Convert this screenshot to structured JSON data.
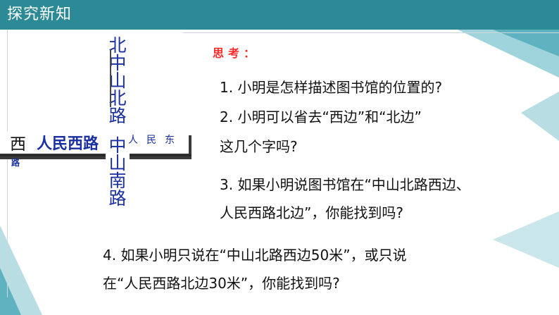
{
  "header": {
    "title": "探究新知",
    "bar_color": "#2b8a96"
  },
  "map": {
    "vertical_road_chars": [
      "北",
      "中",
      "山",
      "北",
      "路",
      "中",
      "山",
      "南",
      "路"
    ],
    "west_label": "西",
    "renmin_west": "人民西路",
    "renmin_east": "人民东",
    "lu": "路",
    "road_text_color": "#1a2fa0"
  },
  "content": {
    "think_label": "思考：",
    "think_color": "#ff2a2a",
    "questions": [
      "1. 小明是怎样描述图书馆的位置的?",
      "2. 小明可以省去“西边”和“北边”",
      "这几个字吗?",
      "3. 如果小明说图书馆在“中山北路西边、",
      "人民西路北边”，你能找到吗?",
      "4. 如果小明只说在“中山北路西边50米”，或只说",
      "在“人民西路北边30米”，你能找到吗?"
    ]
  }
}
